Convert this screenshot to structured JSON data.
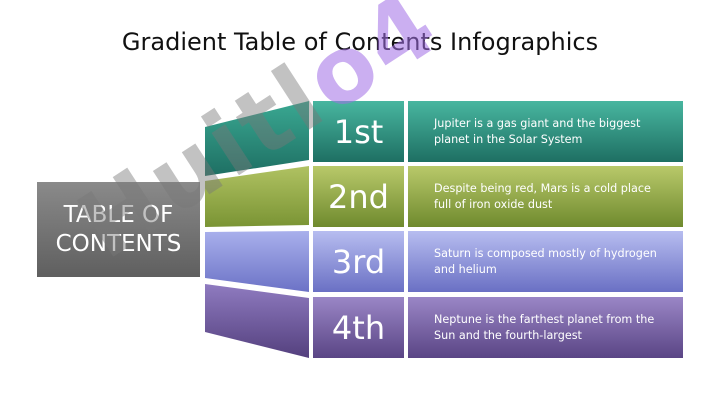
{
  "title": "Gradient Table of Contents Infographics",
  "toc_label": "TABLE OF\nCONTENTS",
  "items": [
    {
      "rank": "1st",
      "text": "Jupiter is a gas giant and the biggest planet in the Solar System"
    },
    {
      "rank": "2nd",
      "text": "Despite being red, Mars is a cold place full of iron oxide dust"
    },
    {
      "rank": "3rd",
      "text": "Saturn is composed mostly of hydrogen and helium"
    },
    {
      "rank": "4th",
      "text": "Neptune is the farthest planet from the Sun and the fourth-largest"
    }
  ],
  "watermark": {
    "part1": "Huitl",
    "part2": "o4"
  },
  "colors": {
    "teal": "#2f8f80",
    "olive": "#8fa544",
    "periwinkle": "#8a90d8",
    "purple": "#6e57a0",
    "gray": "#707070"
  }
}
